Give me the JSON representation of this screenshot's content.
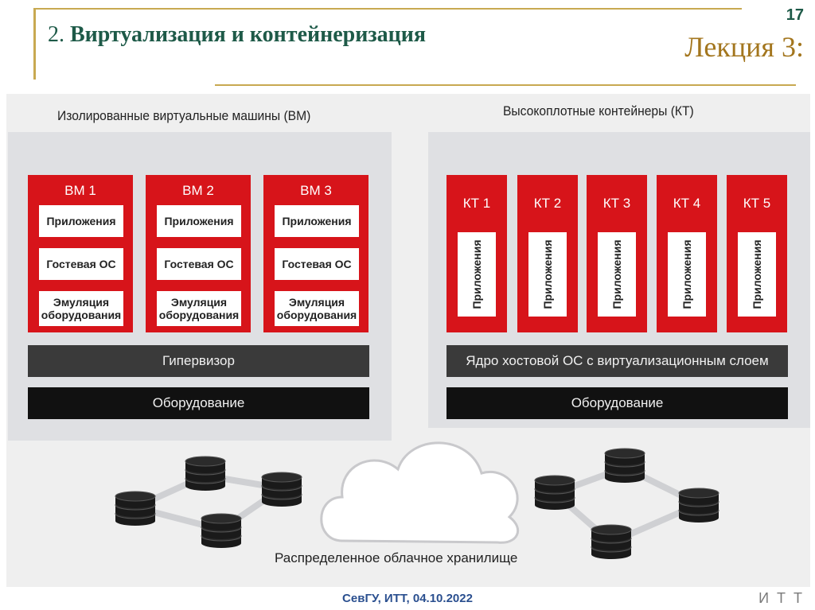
{
  "header": {
    "slide_number": "17",
    "title_num": "2.",
    "title_text": "Виртуализация и контейнеризация",
    "lecture": "Лекция 3:"
  },
  "vm_panel": {
    "label": "Изолированные виртуальные машины (ВМ)",
    "machines": [
      {
        "name": "ВМ 1",
        "layers": [
          "Приложения",
          "Гостевая ОС",
          "Эмуляция оборудования"
        ]
      },
      {
        "name": "ВМ 2",
        "layers": [
          "Приложения",
          "Гостевая ОС",
          "Эмуляция оборудования"
        ]
      },
      {
        "name": "ВМ 3",
        "layers": [
          "Приложения",
          "Гостевая ОС",
          "Эмуляция оборудования"
        ]
      }
    ],
    "hypervisor": "Гипервизор",
    "hardware": "Оборудование"
  },
  "ct_panel": {
    "label": "Высокоплотные контейнеры (КТ)",
    "containers": [
      {
        "name": "КТ 1",
        "app": "Приложения"
      },
      {
        "name": "КТ 2",
        "app": "Приложения"
      },
      {
        "name": "КТ 3",
        "app": "Приложения"
      },
      {
        "name": "КТ 4",
        "app": "Приложения"
      },
      {
        "name": "КТ 5",
        "app": "Приложения"
      }
    ],
    "kernel": "Ядро хостовой ОС с виртуализационным слоем",
    "hardware": "Оборудование"
  },
  "storage": {
    "label": "Распределенное облачное хранилище"
  },
  "footer": {
    "text": "СевГУ, ИТТ, 04.10.2022",
    "mark": "ИТТ"
  },
  "colors": {
    "accent_red": "#d7141a",
    "dark_bar": "#3a3a3a",
    "black_bar": "#111111",
    "title_green": "#1e5a48",
    "gold": "#a3761e"
  }
}
